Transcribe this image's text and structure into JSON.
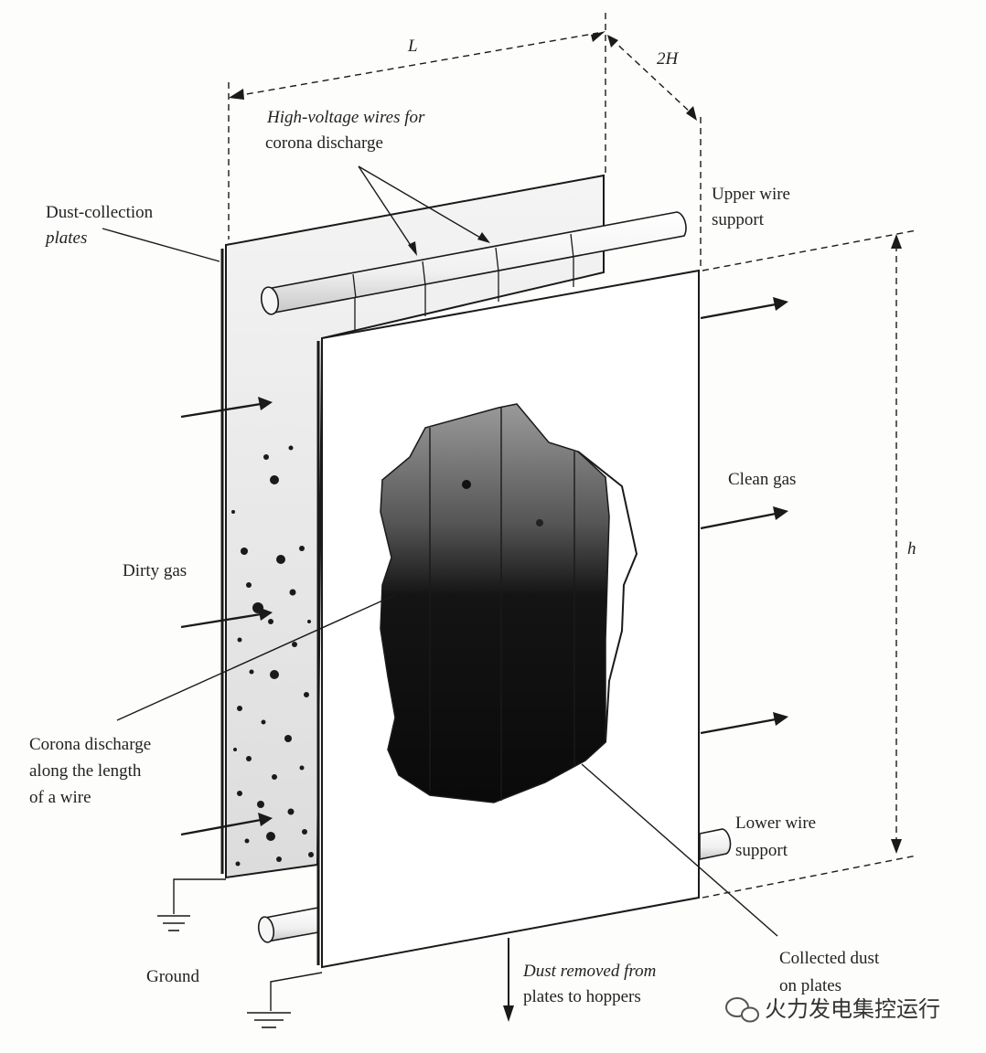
{
  "labels": {
    "length": "L",
    "width": "2H",
    "height": "h",
    "hv_wires_line1": "High-voltage wires for",
    "hv_wires_line2": "corona discharge",
    "plates_line1": "Dust-collection",
    "plates_line2": "plates",
    "upper_support_line1": "Upper wire",
    "upper_support_line2": "support",
    "clean_gas": "Clean gas",
    "dirty_gas": "Dirty gas",
    "corona_line1": "Corona discharge",
    "corona_line2": "along the length",
    "corona_line3": "of a wire",
    "lower_support_line1": "Lower wire",
    "lower_support_line2": "support",
    "ground": "Ground",
    "dust_removed_line1": "Dust removed from",
    "dust_removed_line2": "plates to hoppers",
    "collected_line1": "Collected dust",
    "collected_line2": "on plates"
  },
  "watermark": {
    "text": "火力发电集控运行",
    "icon": "wechat-icon"
  }
}
